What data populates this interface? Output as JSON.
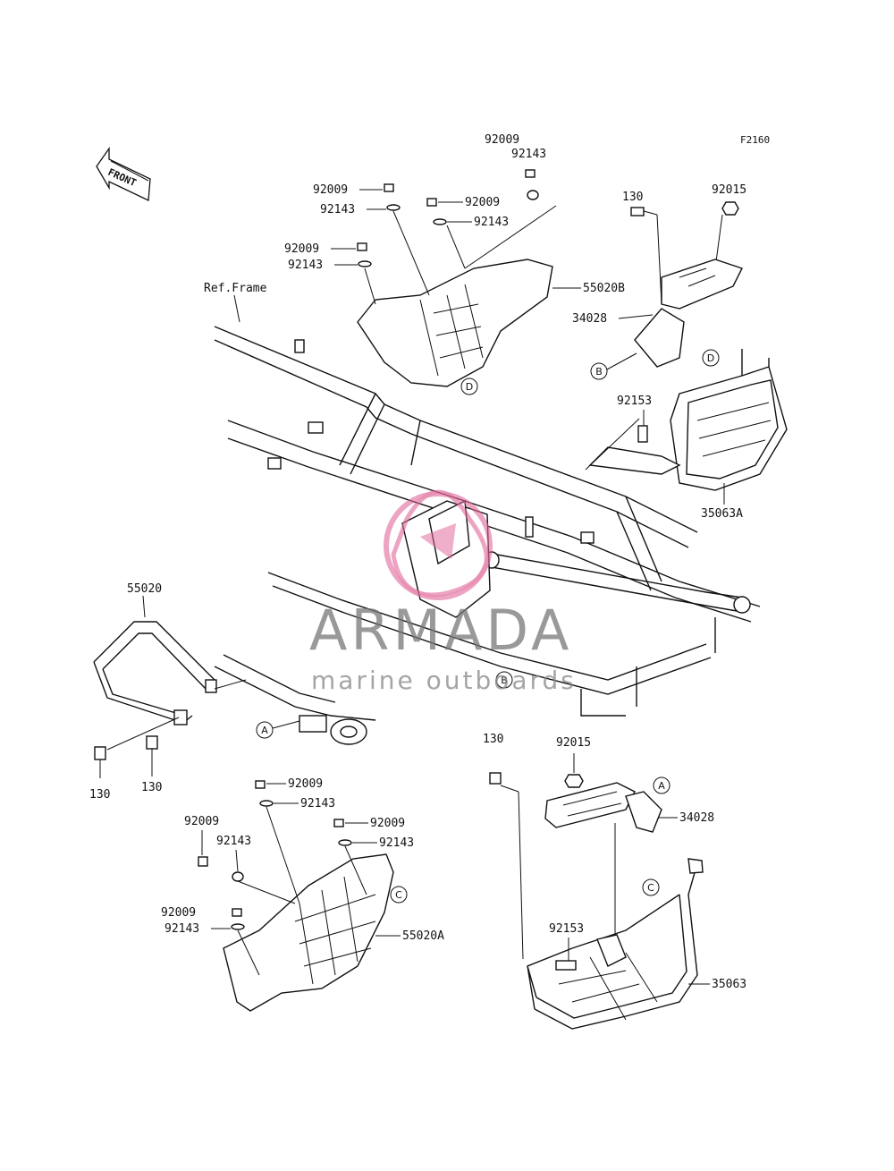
{
  "figure_code": "F2160",
  "front_label": "FRONT",
  "ref_label": "Ref.Frame",
  "parts": {
    "p92009": "92009",
    "p92143": "92143",
    "p92015": "92015",
    "p130": "130",
    "p34028": "34028",
    "p92153": "92153",
    "p55020": "55020",
    "p55020A": "55020A",
    "p55020B": "55020B",
    "p35063": "35063",
    "p35063A": "35063A"
  },
  "callouts": {
    "a": "A",
    "b": "B",
    "c": "C",
    "d": "D"
  },
  "watermark": {
    "brand": "ARMADA",
    "tagline": "marine outboards",
    "accent_color": "#e0669a"
  }
}
